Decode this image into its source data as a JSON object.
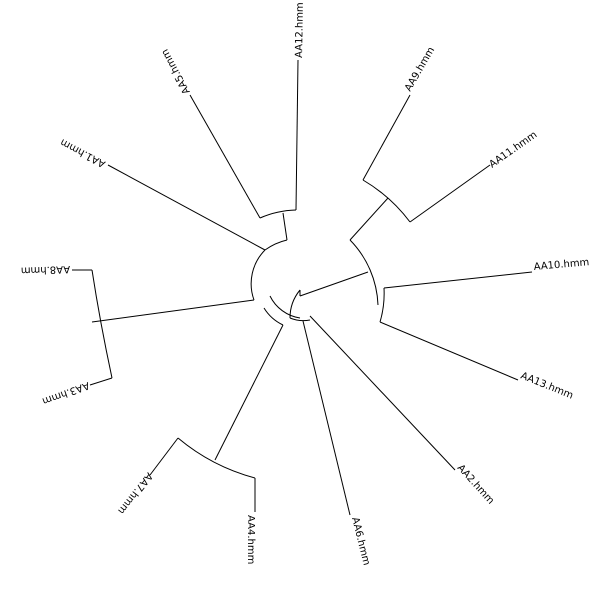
{
  "tree": {
    "colors": {
      "line": "#000000",
      "label": "#000000",
      "background": "#ffffff"
    },
    "leaves": [
      {
        "id": "aa12",
        "label": "AA12.hmm"
      },
      {
        "id": "aa5",
        "label": "AA5.hmm"
      },
      {
        "id": "aa1",
        "label": "AA1.hmm"
      },
      {
        "id": "aa8",
        "label": "AA8.hmm"
      },
      {
        "id": "aa3",
        "label": "AA3.hmm"
      },
      {
        "id": "aa7",
        "label": "AA7.hmm"
      },
      {
        "id": "aa4",
        "label": "AA4.hmm"
      },
      {
        "id": "aa6",
        "label": "AA6.hmm"
      },
      {
        "id": "aa2",
        "label": "AA2.hmm"
      },
      {
        "id": "aa13",
        "label": "AA13.hmm"
      },
      {
        "id": "aa10",
        "label": "AA10.hmm"
      },
      {
        "id": "aa11",
        "label": "AA11.hmm"
      },
      {
        "id": "aa9",
        "label": "AA9.hmm"
      }
    ]
  }
}
